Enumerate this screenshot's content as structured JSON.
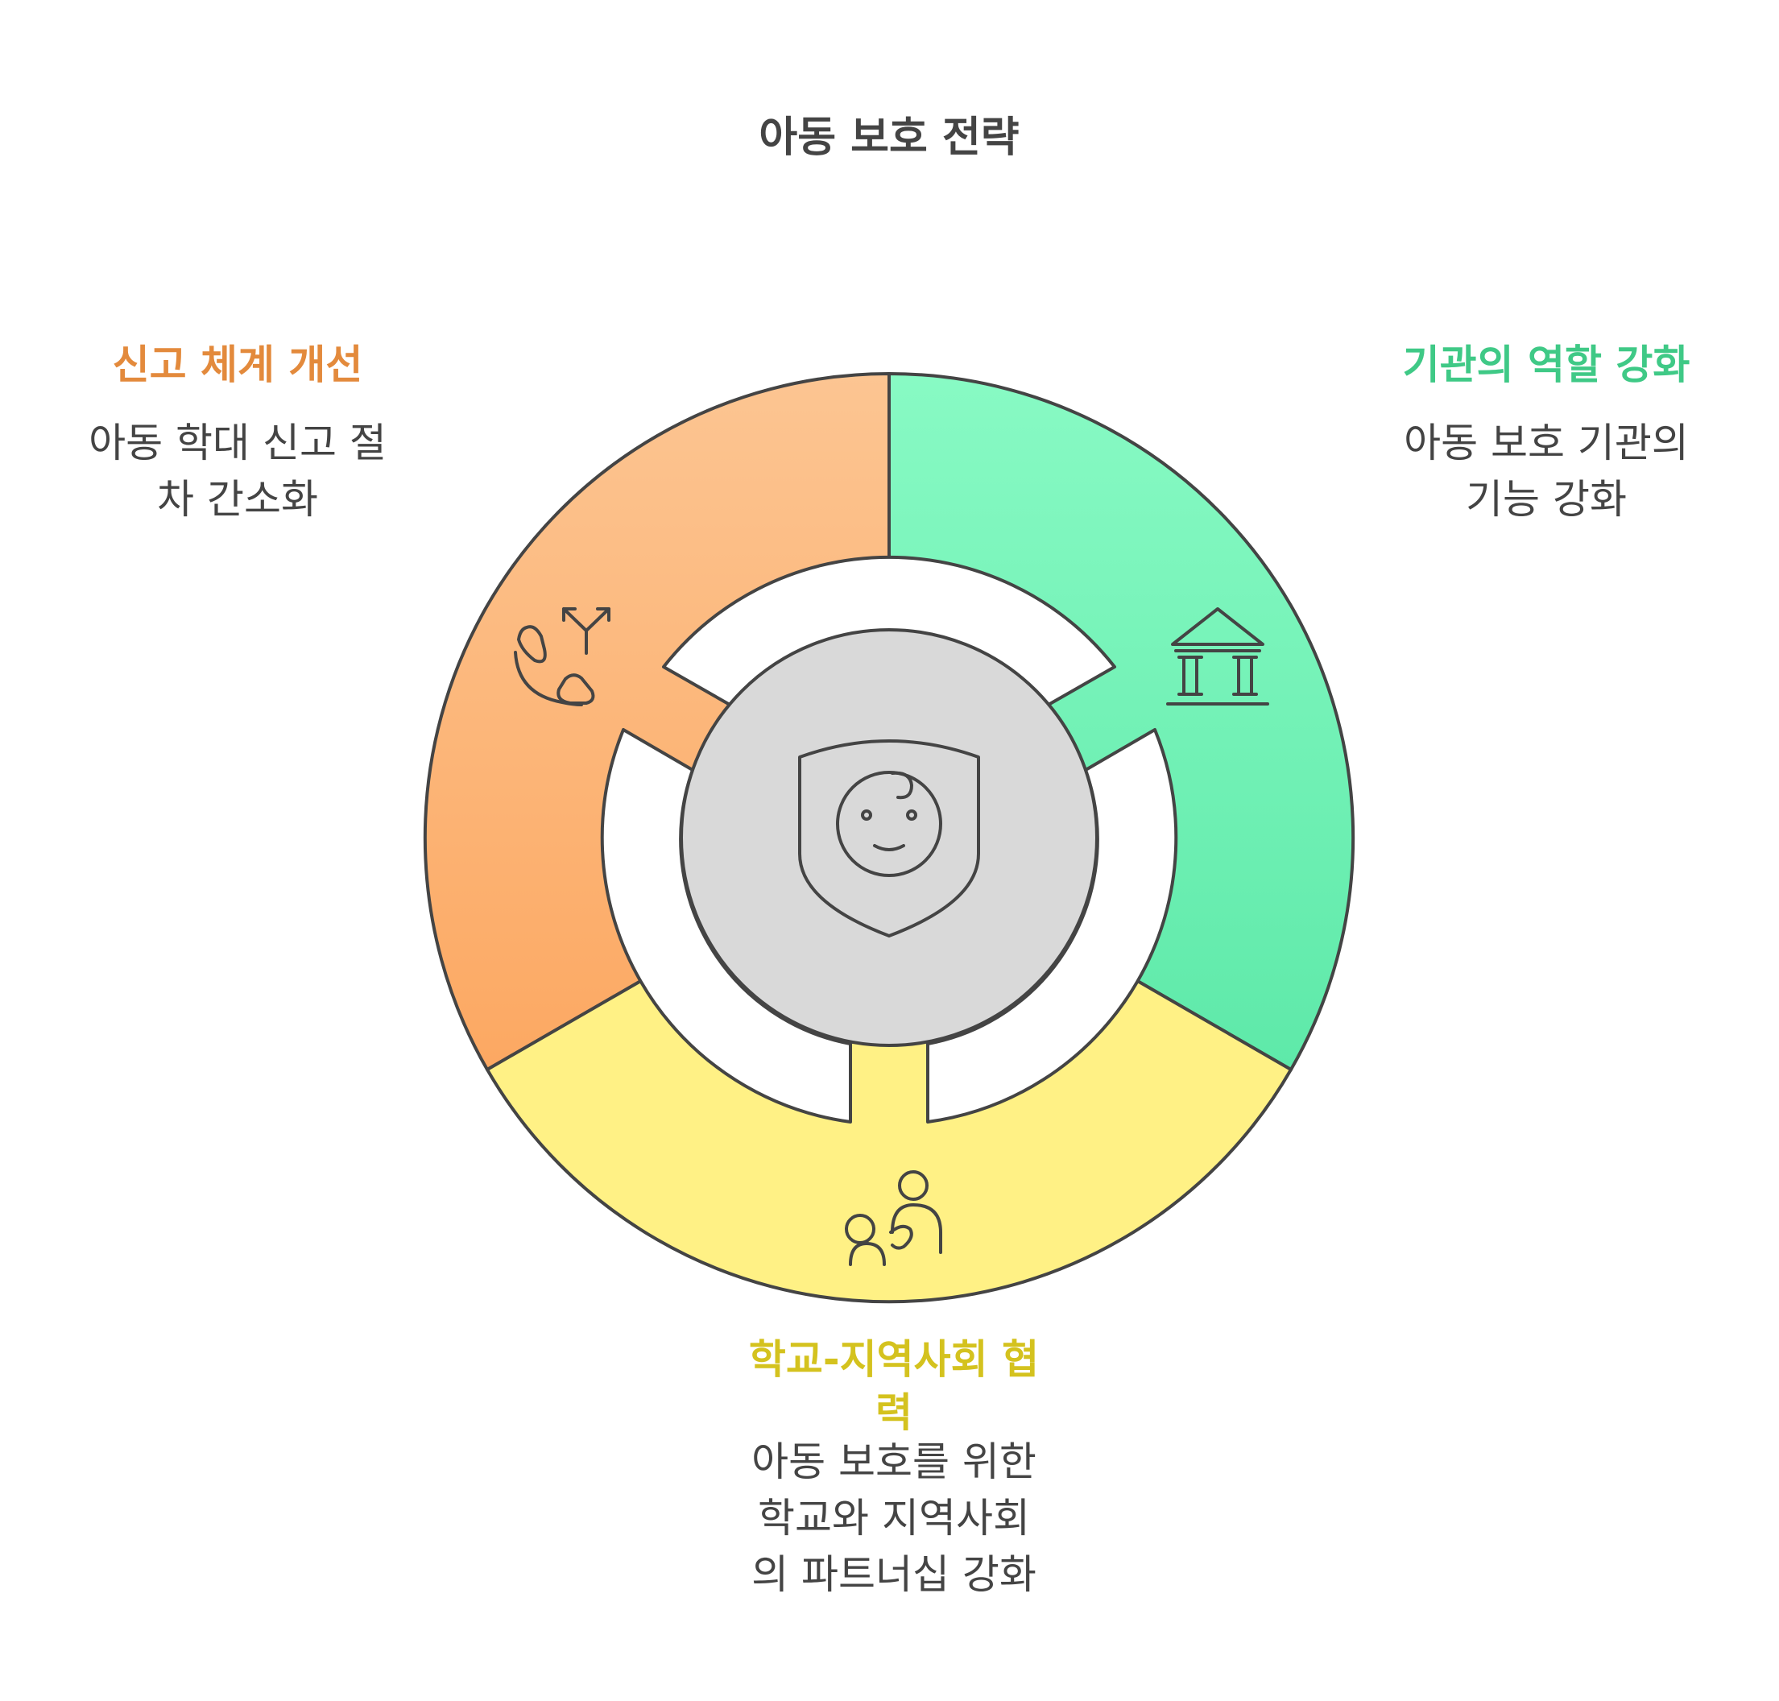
{
  "title": "아동 보호 전략",
  "segments": [
    {
      "id": "reporting",
      "heading": "신고 체계 개선",
      "description": "아동 학대 신고 절\n차 간소화",
      "icon": "route-split-icon",
      "color": "#fbbd7d",
      "heading_color": "#e38a3c"
    },
    {
      "id": "institutions",
      "heading": "기관의 역할 강화",
      "description": "아동 보호 기관의\n기능 강화",
      "icon": "institution-building-icon",
      "color": "#7ef6bd",
      "heading_color": "#3fc986"
    },
    {
      "id": "partnership",
      "heading": "학교-지역사회 협\n력",
      "description": "아동 보호를 위한\n학교와 지역사회\n의 파트너십 강화",
      "icon": "parent-child-icon",
      "color": "#fff185",
      "heading_color": "#d4c21e"
    }
  ],
  "center": {
    "icon": "child-shield-icon",
    "color": "#d9d9d9"
  }
}
